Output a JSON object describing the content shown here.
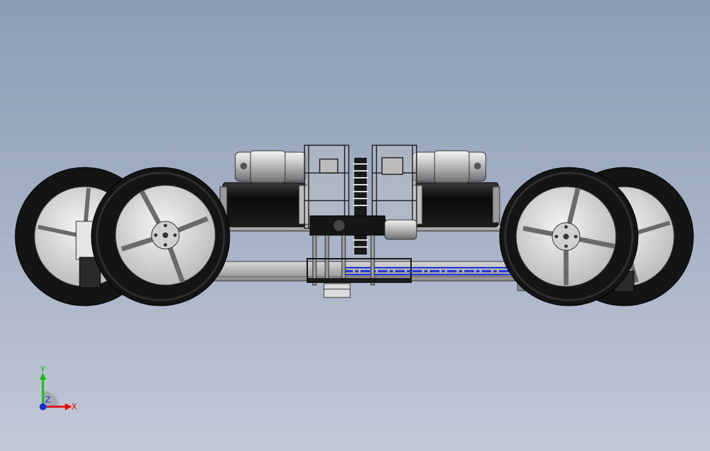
{
  "view": {
    "background_top": "#8c9cb4",
    "background_bottom": "#c2c8d6"
  },
  "model": {
    "tire_color": "#141414",
    "rim_color": "#d6d6d6",
    "hub_color": "#c8c8c8",
    "motor_color": "#111111",
    "motor_can_color": "#bdbdbd",
    "frame_color": "#b9b9b9",
    "highlight_color": "#1a2ee0"
  },
  "triad": {
    "x_label": "X",
    "y_label": "Y",
    "z_label": "Z",
    "x_color": "#e01010",
    "y_color": "#10c010",
    "z_color": "#1030e0"
  }
}
